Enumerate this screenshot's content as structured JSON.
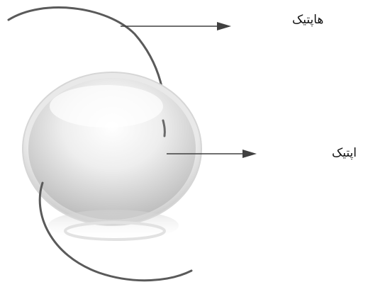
{
  "labels": {
    "haptic": "هاپتیک",
    "optic": "اپتیک"
  },
  "colors": {
    "haptic_line": "#5a5a5a",
    "optic_rim": "#d9d9d9",
    "optic_fill_light": "#fbfbfb",
    "optic_fill_dark": "#c2c2c2",
    "arrow": "#404040"
  },
  "parts": [
    "haptic",
    "optic"
  ]
}
